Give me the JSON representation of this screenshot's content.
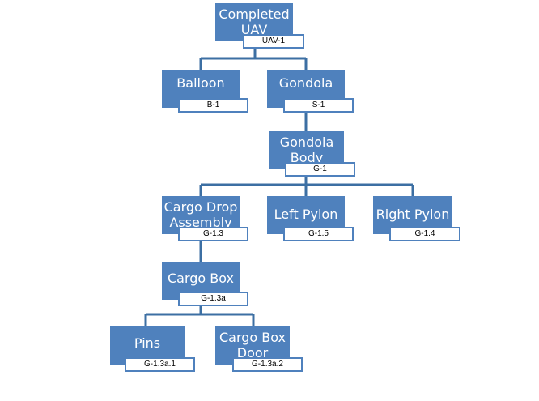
{
  "colors": {
    "box_fill": "#4f81bd",
    "connector": "#3c6fa3",
    "tag_fill": "#ffffff"
  },
  "nodes": {
    "uav": {
      "title": "Completed UAV",
      "code": "UAV-1"
    },
    "balloon": {
      "title": "Balloon",
      "code": "B-1"
    },
    "gondola": {
      "title": "Gondola",
      "code": "S-1"
    },
    "gondola_body": {
      "title": "Gondola Body",
      "code": "G-1"
    },
    "cargo_drop": {
      "title": "Cargo Drop Assembly",
      "code": "G-1.3"
    },
    "left_pylon": {
      "title": "Left Pylon",
      "code": "G-1.5"
    },
    "right_pylon": {
      "title": "Right Pylon",
      "code": "G-1.4"
    },
    "cargo_box": {
      "title": "Cargo Box",
      "code": "G-1.3a"
    },
    "pins": {
      "title": "Pins",
      "code": "G-1.3a.1"
    },
    "cargo_box_door": {
      "title": "Cargo Box Door",
      "code": "G-1.3a.2"
    }
  }
}
